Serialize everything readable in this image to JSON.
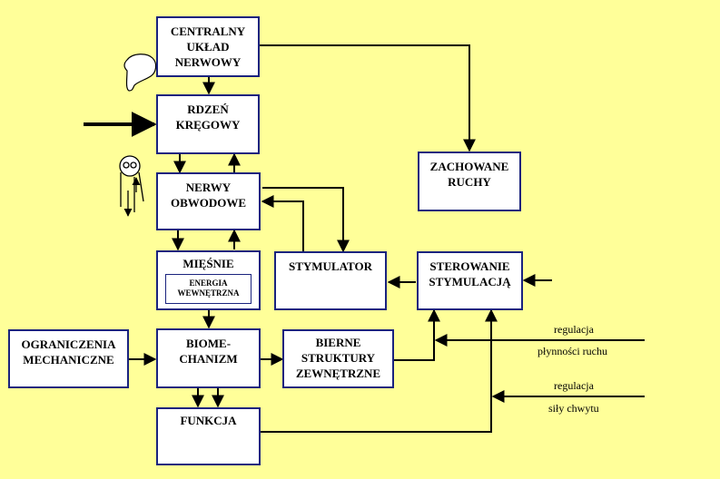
{
  "boxes": {
    "cns": "CENTRALNY\nUKŁAD\nNERWOWY",
    "spine": "RDZEŃ\nKRĘGOWY",
    "nerves": "NERWY\nOBWODOWE",
    "muscles": "MIĘŚNIE",
    "energy": "ENERGIA\nWEWNĘTRZNA",
    "biomech": "BIOME-\nCHANIZM",
    "function": "FUNKCJA",
    "limits": "OGRANICZENIA\nMECHANICZNE",
    "passive": "BIERNE\nSTRUKTURY\nZEWNĘTRZNE",
    "stimulator": "STYMULATOR",
    "control": "STEROWANIE\nSTYMULACJĄ",
    "preserved": "ZACHOWANE\nRUCHY"
  },
  "notes": {
    "reg1_a": "regulacja",
    "reg1_b": "płynności ruchu",
    "reg2_a": "regulacja",
    "reg2_b": "siły chwytu"
  },
  "colors": {
    "background": "#ffff99",
    "box_border": "#1a237e",
    "line": "#000000"
  }
}
